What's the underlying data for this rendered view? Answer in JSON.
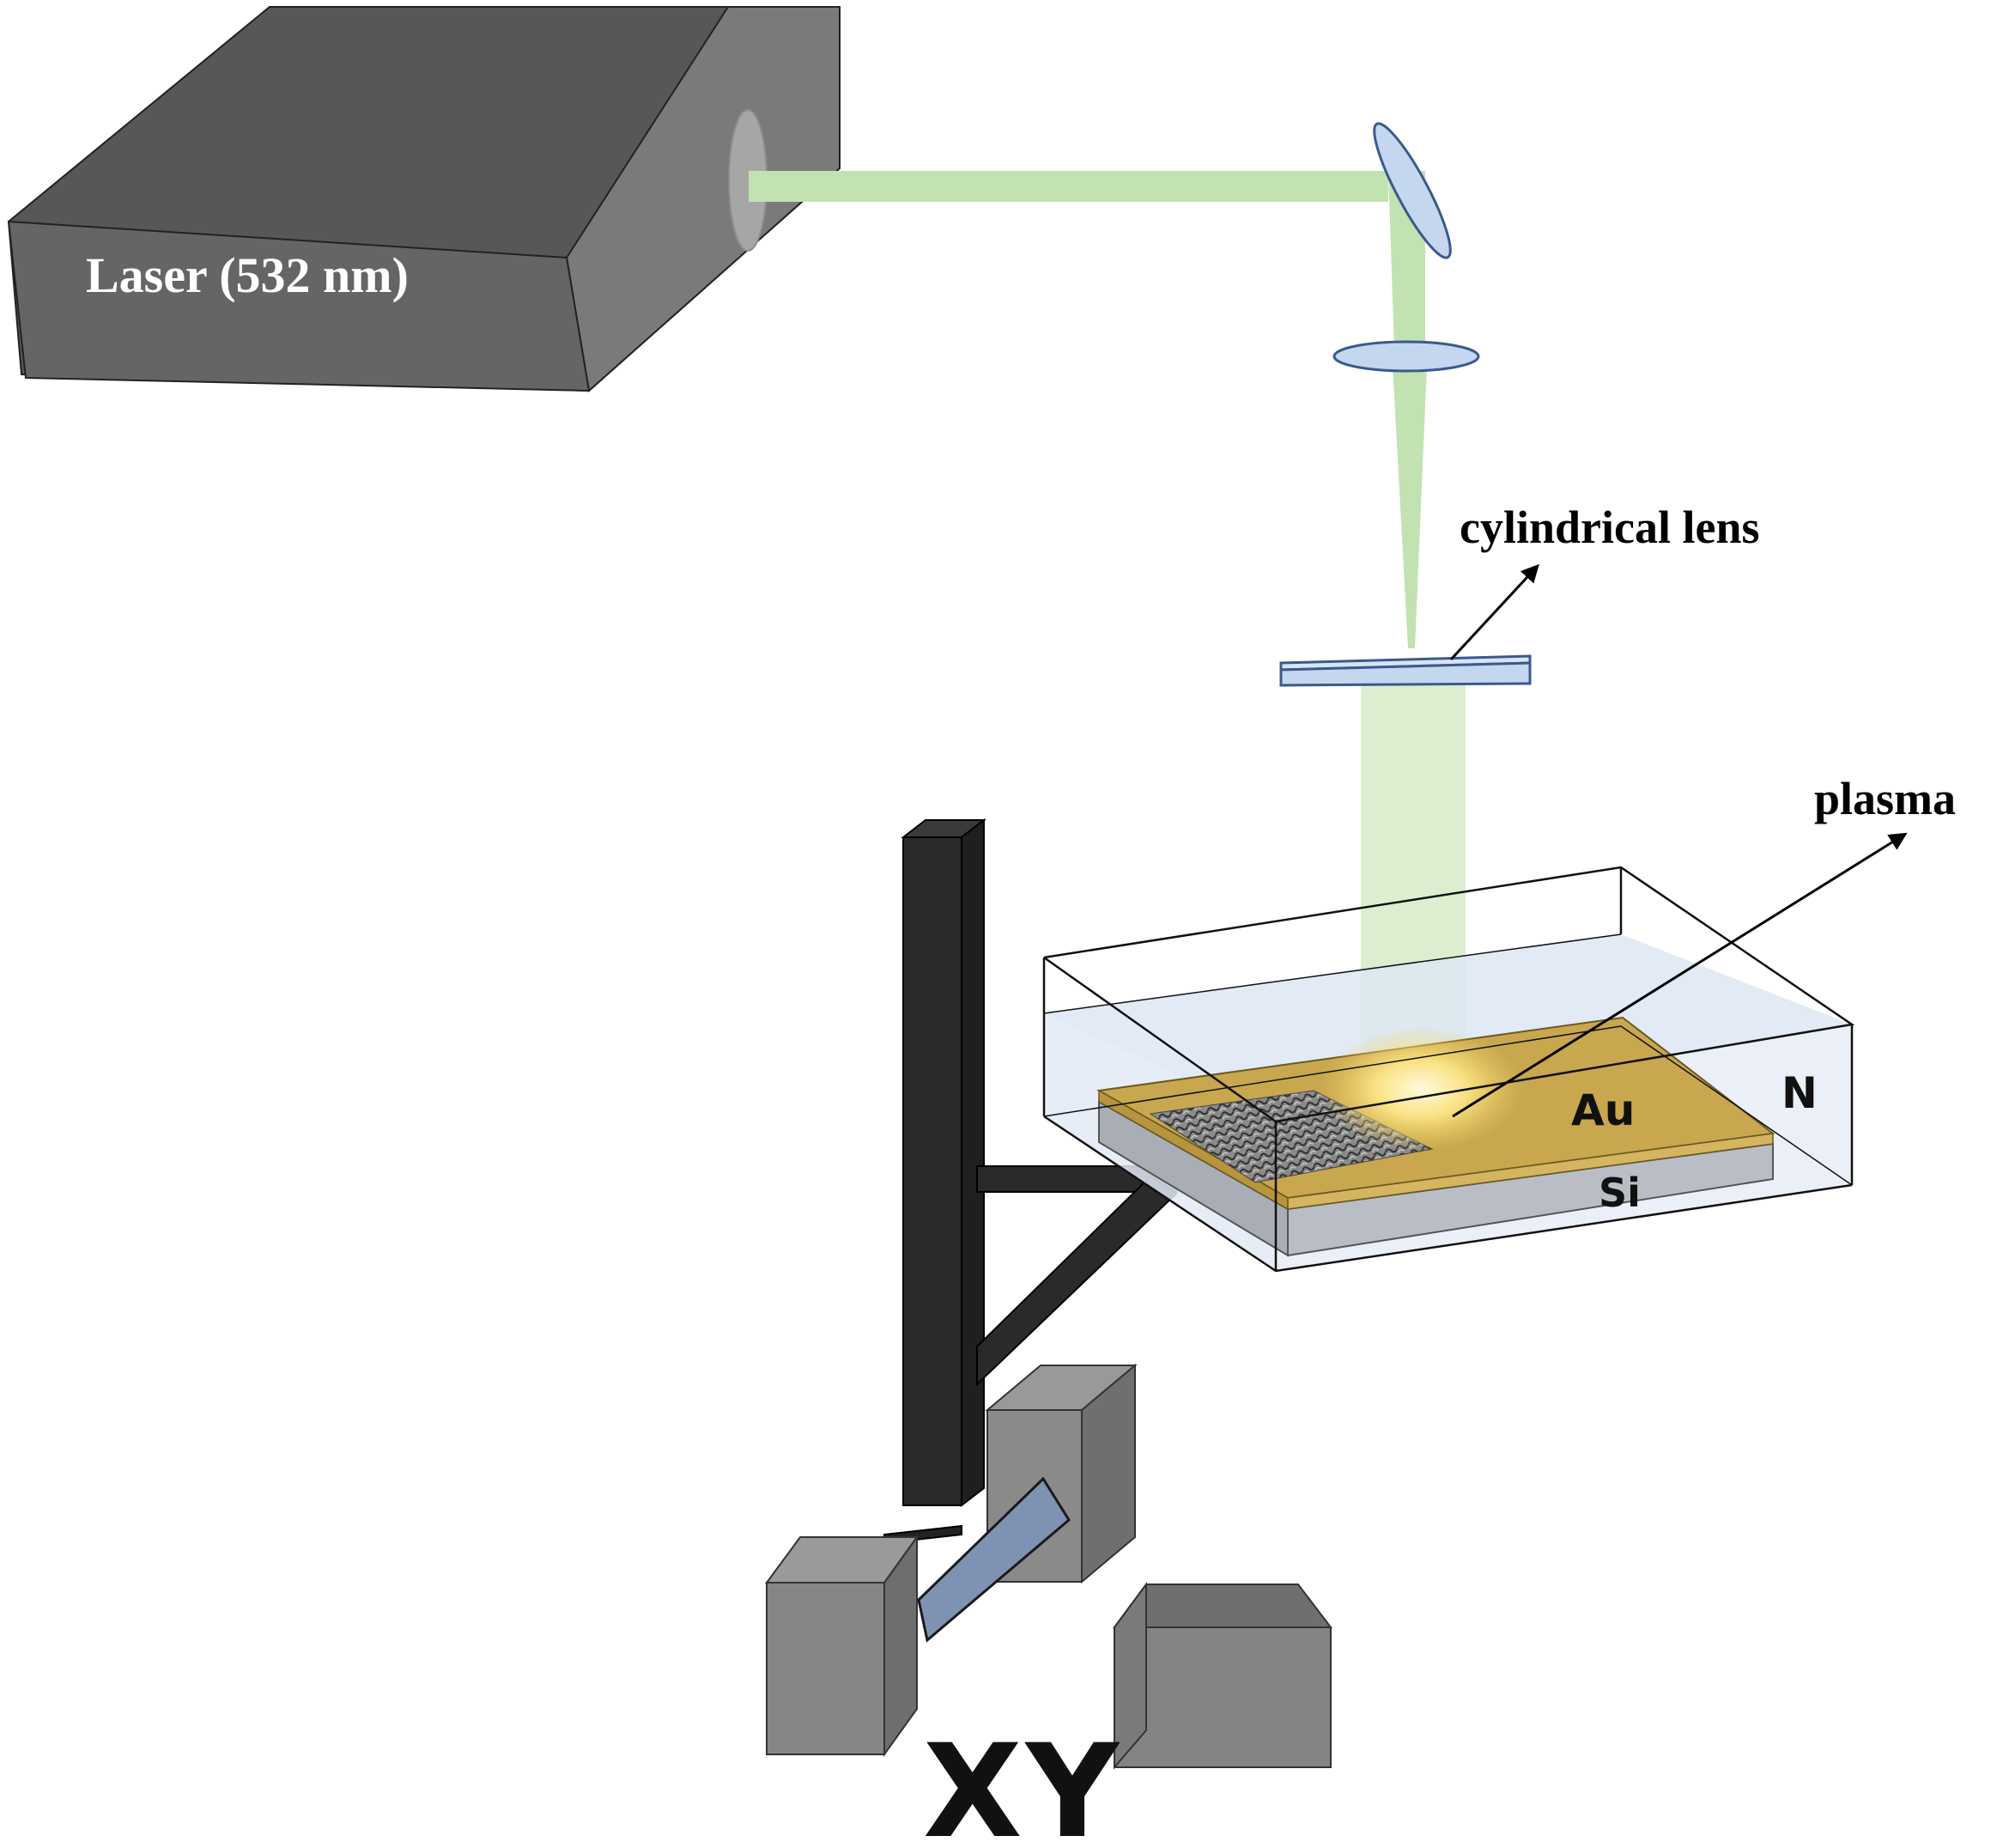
{
  "labels": {
    "laser": "Laser (532 nm)",
    "cylindrical_lens": "cylindrical lens",
    "plasma": "plasma",
    "au": "Au",
    "si": "Si",
    "n": "N",
    "stage": "XY"
  },
  "colors": {
    "beam": "#c3e2b2",
    "beam_light": "#d9eecd",
    "optic_fill": "#c5d7ef",
    "optic_stroke": "#3a5a8c",
    "laser_top": "#575757",
    "laser_front": "#656565",
    "laser_side": "#7a7a7a",
    "gold": "#c9a74f",
    "silicon": "#b9bec6",
    "liquid": "#dde6f4",
    "post": "#2a2a2a",
    "stage_block": "#7f7f7f",
    "stage_rod": "#7e93b3"
  }
}
